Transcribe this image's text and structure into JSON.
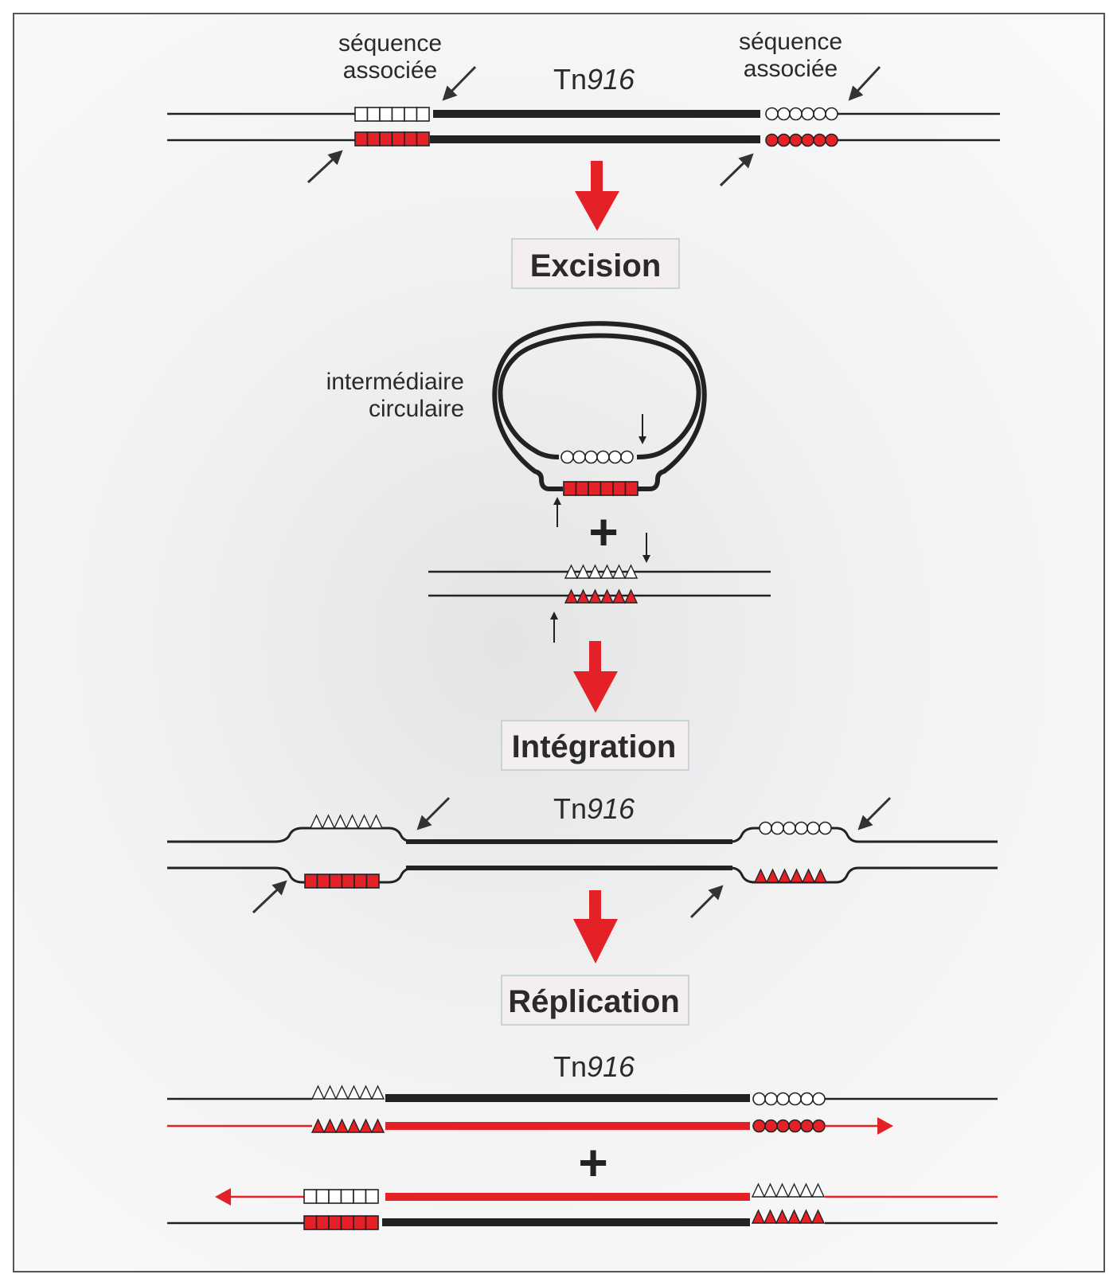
{
  "labels": {
    "assoc_left": [
      "séquence",
      "associée"
    ],
    "assoc_right": [
      "séquence",
      "associée"
    ],
    "tn916_prefix": "Tn",
    "tn916_number": "916",
    "circular": [
      "intermédiaire",
      "circulaire"
    ],
    "plus": "+"
  },
  "steps": {
    "excision": "Excision",
    "integration": "Intégration",
    "replication": "Réplication"
  },
  "colors": {
    "red": "#e42126",
    "dark": "#222222",
    "arrow": "#333333"
  },
  "icons": {
    "squares": "square-block",
    "circles": "circle-block",
    "triangles": "triangle-block"
  }
}
